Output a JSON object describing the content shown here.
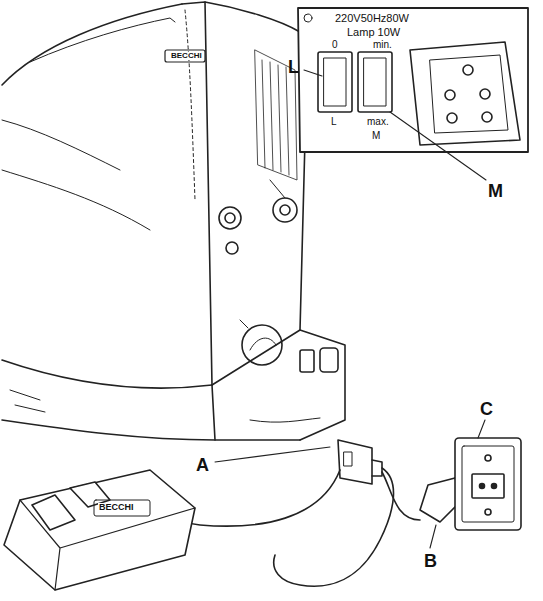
{
  "diagram": {
    "labels": [
      "L",
      "M",
      "A",
      "B",
      "C",
      "220V50Hz80W",
      "Lamp 10W",
      "0",
      "min.",
      "L",
      "max.",
      "M",
      "BECCHI",
      "BECCHI"
    ]
  }
}
